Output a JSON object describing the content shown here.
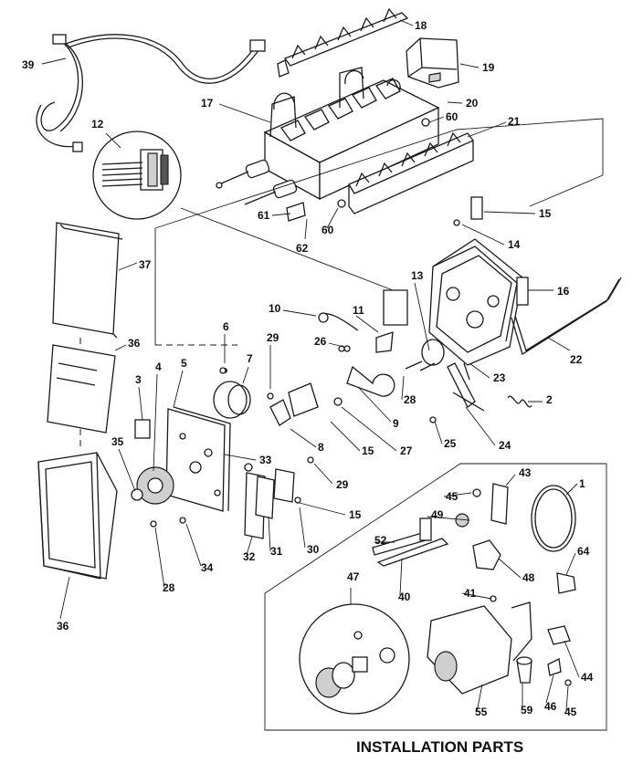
{
  "caption": "INSTALLATION PARTS",
  "callouts": [
    "39",
    "18",
    "19",
    "20",
    "17",
    "12",
    "60",
    "21",
    "61",
    "62",
    "60",
    "15",
    "14",
    "37",
    "16",
    "13",
    "10",
    "11",
    "6",
    "29",
    "26",
    "36",
    "7",
    "22",
    "3",
    "4",
    "5",
    "23",
    "28",
    "2",
    "9",
    "8",
    "15",
    "27",
    "25",
    "24",
    "35",
    "33",
    "29",
    "43",
    "1",
    "45",
    "15",
    "49",
    "52",
    "64",
    "30",
    "32",
    "31",
    "34",
    "28",
    "48",
    "47",
    "40",
    "41",
    "36",
    "44",
    "46",
    "45",
    "55",
    "59"
  ]
}
